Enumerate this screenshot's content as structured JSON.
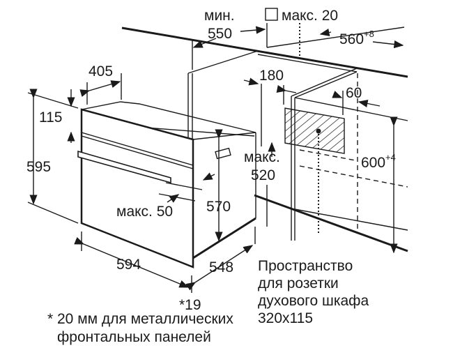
{
  "dimensions": {
    "min_label": "мин.",
    "min_depth": "550",
    "max_gap": "макс. 20",
    "niche_width": "560",
    "niche_width_tol": "+8",
    "depth_405": "405",
    "dim_180": "180",
    "dim_60": "60",
    "panel_height": "115",
    "oven_height": "595",
    "max_label": "макс.",
    "max_depth": "520",
    "niche_height": "600",
    "niche_height_tol": "+4",
    "inner_height": "570",
    "handle_max": "макс. 50",
    "oven_width": "594",
    "oven_depth": "548",
    "front_offset": "*19"
  },
  "socket_note": [
    "Пространство",
    "для розетки",
    "духового шкафа",
    "320x115"
  ],
  "footnote": [
    "* 20 мм для металлических",
    "фронтальных панелей"
  ]
}
